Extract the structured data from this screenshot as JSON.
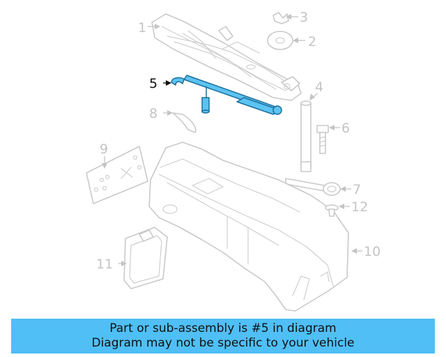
{
  "callouts": {
    "c1": "1",
    "c2": "2",
    "c3": "3",
    "c4": "4",
    "c5": "5",
    "c6": "6",
    "c7": "7",
    "c8": "8",
    "c9": "9",
    "c10": "10",
    "c11": "11",
    "c12": "12"
  },
  "highlight": {
    "part_number": "5",
    "color": "#5cc3f2"
  },
  "banner": {
    "line1": "Part or sub-assembly is #5 in diagram",
    "line2": "Diagram may not be specific to your vehicle",
    "color": "#4fbff5"
  }
}
